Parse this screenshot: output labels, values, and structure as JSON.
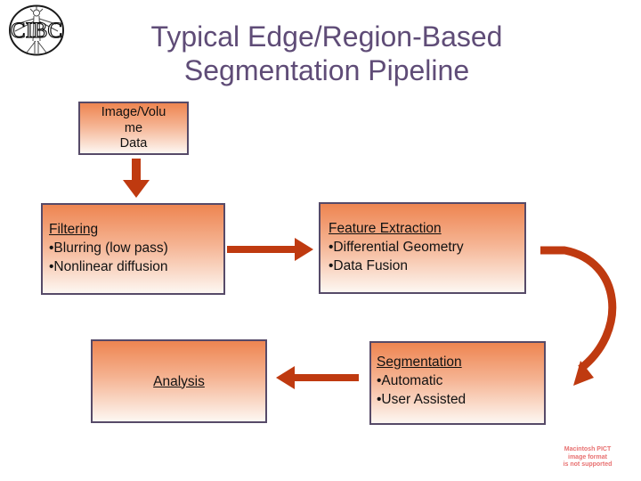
{
  "slide": {
    "title_lines": [
      "Typical Edge/Region-Based",
      "Segmentation Pipeline"
    ]
  },
  "logo": {
    "text": "CIBC"
  },
  "diagram": {
    "image_data": {
      "lines": [
        "Image/Volu",
        "me",
        "Data"
      ]
    },
    "filtering": {
      "heading": "Filtering",
      "bullets": [
        "•Blurring (low pass)",
        "•Nonlinear diffusion"
      ]
    },
    "feature_extraction": {
      "heading": "Feature Extraction",
      "bullets": [
        "•Differential Geometry",
        "•Data Fusion"
      ]
    },
    "segmentation": {
      "heading": "Segmentation",
      "bullets": [
        "•Automatic",
        "•User Assisted"
      ]
    },
    "analysis": {
      "heading": "Analysis"
    },
    "flow": [
      {
        "from": "image_data",
        "to": "filtering",
        "shape": "straight-down"
      },
      {
        "from": "filtering",
        "to": "feature_extraction",
        "shape": "straight-right"
      },
      {
        "from": "feature_extraction",
        "to": "segmentation",
        "shape": "curved-down"
      },
      {
        "from": "segmentation",
        "to": "analysis",
        "shape": "straight-left"
      }
    ]
  },
  "notice": {
    "lines": [
      "Macintosh PICT",
      "image format",
      "is not supported"
    ]
  },
  "colors": {
    "arrow": "#bf3a10",
    "box_border": "#564a68",
    "box_gradient_top": "#ee8551",
    "box_gradient_bottom": "#fdf7f2",
    "title_text": "#5f4c77",
    "notice_text": "#e87070",
    "background": "#ffffff"
  }
}
